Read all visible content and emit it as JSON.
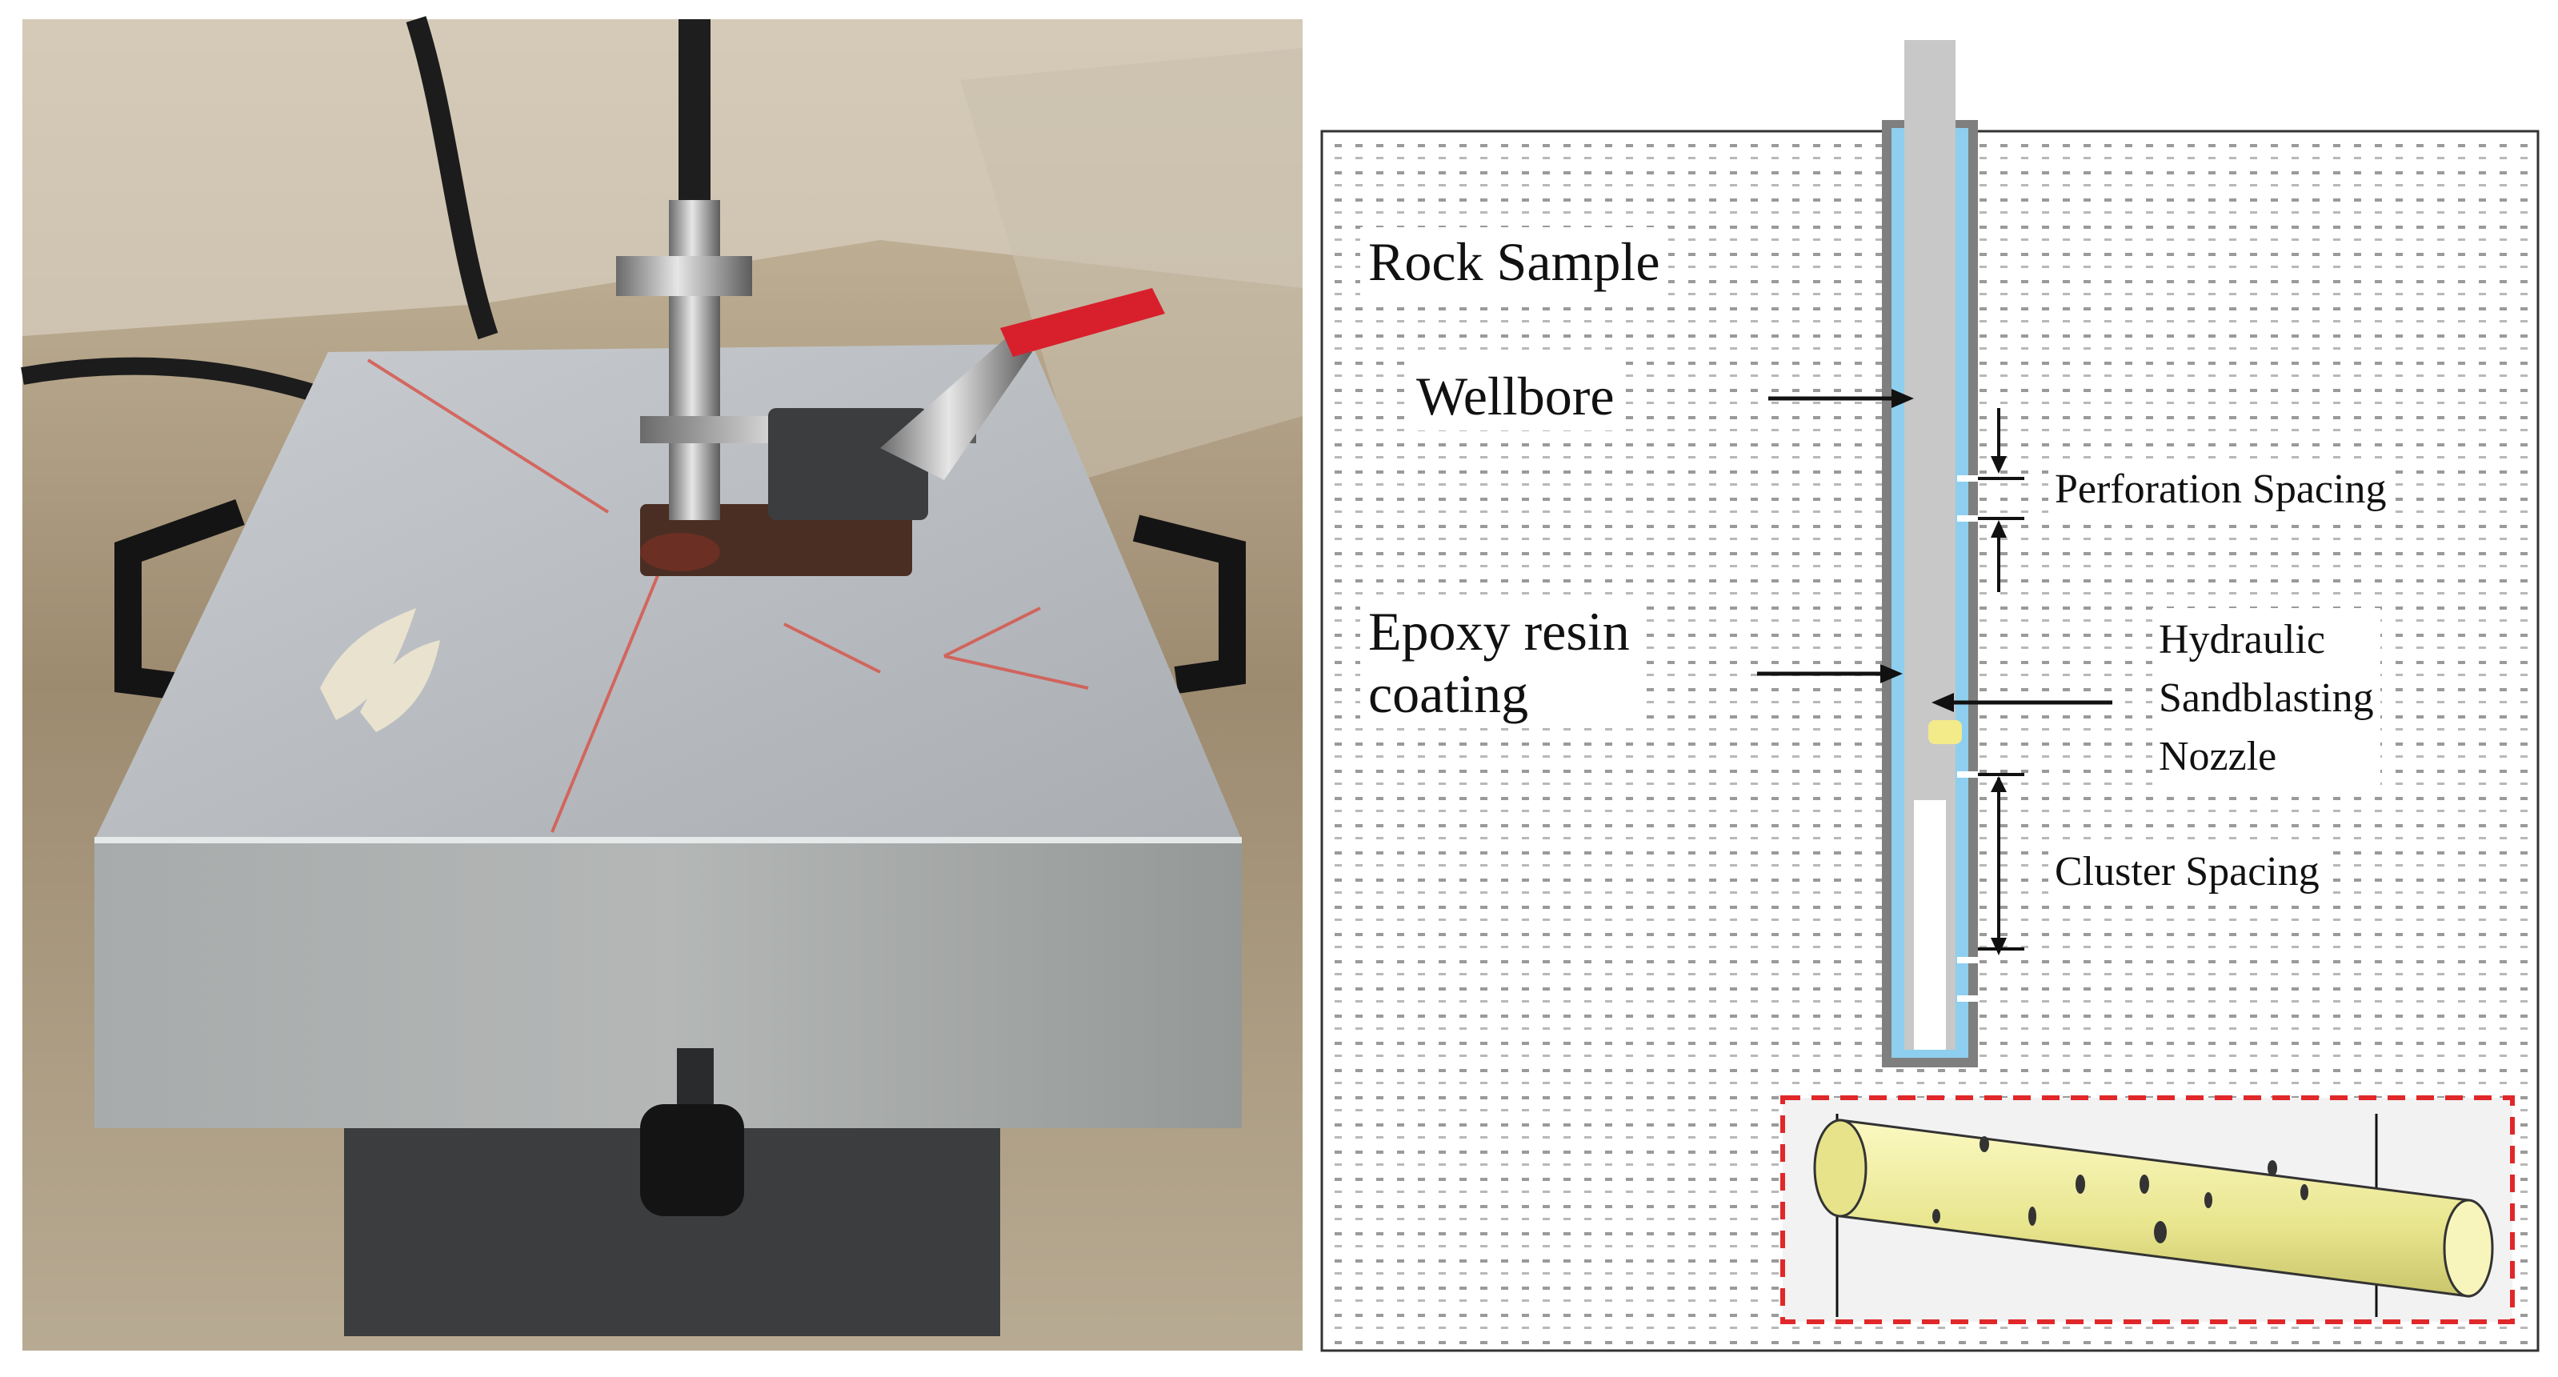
{
  "photo": {
    "subject": "rock-sample-block-with-wellbore-fitting-and-clamp",
    "colors": {
      "block_top": "#b8bcc0",
      "block_front": "#9ea2a3",
      "base": "#3a3c3e",
      "ground": "#8c7b63",
      "handle": "#d8202c"
    }
  },
  "schematic": {
    "labels": {
      "rock_sample": "Rock Sample",
      "wellbore": "Wellbore",
      "epoxy_line1": "Epoxy resin",
      "epoxy_line2": "coating",
      "perforation_spacing": "Perforation Spacing",
      "nozzle_line1": "Hydraulic",
      "nozzle_line2": "Sandblasting",
      "nozzle_line3": "Nozzle",
      "cluster_spacing": "Cluster Spacing"
    },
    "colors": {
      "casing": "#7f7f7f",
      "tubing": "#c8c8c8",
      "coating": "#8ecfef",
      "nozzle_mark": "#f3ea8a",
      "pipe_fill": "#f0eea0",
      "inset_border": "#e0282a"
    }
  }
}
